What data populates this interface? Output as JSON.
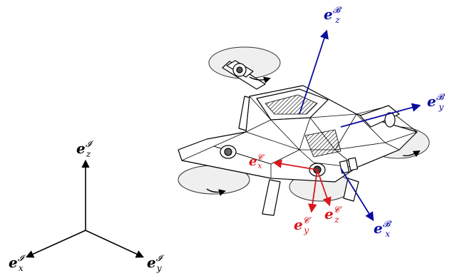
{
  "frames": {
    "inertial": {
      "color": "#000000",
      "x": {
        "base": "e",
        "sup": "𝓘",
        "sub": "x"
      },
      "y": {
        "base": "e",
        "sup": "𝓘",
        "sub": "y"
      },
      "z": {
        "base": "e",
        "sup": "𝓘",
        "sub": "z"
      }
    },
    "body": {
      "color": "#0a0aa0",
      "x": {
        "base": "e",
        "sup": "𝓑",
        "sub": "x"
      },
      "y": {
        "base": "e",
        "sup": "𝓑",
        "sub": "y"
      },
      "z": {
        "base": "e",
        "sup": "𝓑",
        "sub": "z"
      }
    },
    "camera": {
      "color": "#d8181e",
      "x": {
        "base": "e",
        "sup": "𝓒",
        "sub": "x"
      },
      "y": {
        "base": "e",
        "sup": "𝓒",
        "sub": "y"
      },
      "z": {
        "base": "e",
        "sup": "𝓒",
        "sub": "z"
      }
    }
  },
  "icons": {
    "drone": "quadrotor-drone-icon"
  }
}
